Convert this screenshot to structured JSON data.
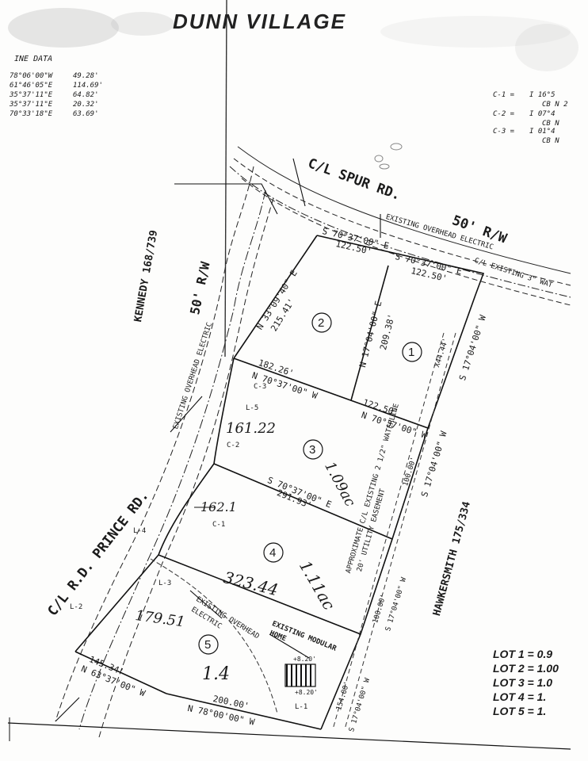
{
  "header": {
    "title": "DUNN VILLAGE"
  },
  "line_data": {
    "heading": "INE DATA",
    "rows": [
      {
        "bearing": "78°06'00\"W",
        "distance": "49.28'"
      },
      {
        "bearing": "61°46'05\"E",
        "distance": "114.69'"
      },
      {
        "bearing": "35°37'11\"E",
        "distance": "64.82'"
      },
      {
        "bearing": "35°37'11\"E",
        "distance": "20.32'"
      },
      {
        "bearing": "70°33'18\"E",
        "distance": "63.69'"
      }
    ]
  },
  "curve_data": [
    {
      "label": "C-1 =",
      "line1": "I  16°5",
      "line2": "CB N 2"
    },
    {
      "label": "C-2 =",
      "line1": "I  07°4",
      "line2": "CB N"
    },
    {
      "label": "C-3 =",
      "line1": "I  01°4",
      "line2": "CB  N"
    }
  ],
  "roads": {
    "spur": "C/L SPUR RD.",
    "spur_rw": "50' R/W",
    "prince": "C/L R.D. PRINCE RD.",
    "prince_rw": "50' R/W"
  },
  "adjoiners": {
    "kennedy": "KENNEDY 168/739",
    "hawkersmith": "HAWKERSMITH 175/334"
  },
  "utilities": {
    "overhead_top": "EXISTING OVERHEAD ELECTRIC",
    "water_top": "C/L EXISTING 3\" WAT",
    "overhead_left": "EXISTING OVERHEAD ELECTRIC",
    "waterline": "APPROXIMATE C/L EXISTING 2 1/2\" WATERLINE",
    "easement": "20' UTILITY EASEMENT",
    "overhead_lot5_1": "EXISTING OVERHEAD",
    "overhead_lot5_2": "ELECTRIC",
    "modular_1": "EXISTING MODULAR",
    "modular_2": "HOME"
  },
  "bearings": {
    "top_front": "S 70°37'00\" E",
    "top_front_dist": "122.50'",
    "lot1_front": "S 70°37'00\" E",
    "lot1_front_dist": "122.50'",
    "lot2_side": "N 33°09'40\" E",
    "lot2_side_dist": "215.41'",
    "lot12_div": "N 17°04'00\" E",
    "lot12_div_dist": "209.38'",
    "lot1_rear": "S 17°04'00\" W",
    "lot1_rear_dist": "X44.44'",
    "lot23_div": "N 70°37'00\" W",
    "lot23_div_dist": "182.26'",
    "lot1_bottom": "N 70°37'00\" W",
    "lot1_bottom_dist": "122.50'",
    "lot3_rear": "S 17°04'00\" W",
    "lot3_rear_dist": "100.00'",
    "lot34_div": "S 70°37'00\" E",
    "lot34_div_dist": "291.93'",
    "lot4_rear": "S 17°04'00\" W",
    "lot4_rear_dist": "100.00'",
    "lot5_rear": "S 17°04'00\" W",
    "lot5_rear_dist": "154.00'",
    "lot5_front": "N 63°37'00\" W",
    "lot5_front_dist": "145.34'",
    "bottom": "N 78°00'00\" W",
    "bottom_dist": "200.00'"
  },
  "handwritten": {
    "lot3_frontage": "161.22",
    "lot4_frontage": "162.1",
    "lot4_depth": "323.44",
    "lot5_frontage": "179.51",
    "lot3_area": "1.09ac",
    "lot4_area": "1.11ac",
    "lot5_area": "1.4"
  },
  "labels": {
    "c1": "C-1",
    "c2": "C-2",
    "c3": "C-3",
    "l1": "L-1",
    "l2": "L-2",
    "l3": "L-3",
    "l4": "L-4",
    "l5": "L-5",
    "dim1": "+8.20'",
    "dim2": "+8.20'"
  },
  "lots": [
    {
      "num": "1"
    },
    {
      "num": "2"
    },
    {
      "num": "3"
    },
    {
      "num": "4"
    },
    {
      "num": "5"
    }
  ],
  "lot_legend": [
    {
      "text": "LOT 1 = 0.9"
    },
    {
      "text": "LOT 2 = 1.00"
    },
    {
      "text": "LOT 3 = 1.0"
    },
    {
      "text": "LOT 4 = 1."
    },
    {
      "text": "LOT 5 = 1."
    }
  ]
}
